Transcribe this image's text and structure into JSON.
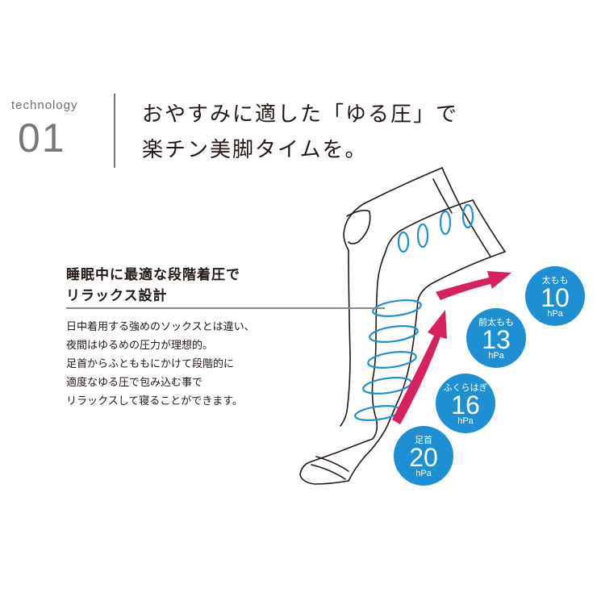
{
  "tech": {
    "label": "technology",
    "number": "01"
  },
  "headline": {
    "line1": "おやすみに適した「ゆる圧」で",
    "line2": "楽チン美脚タイムを。"
  },
  "subheading": {
    "line1": "睡眠中に最適な段階着圧で",
    "line2": "リラックス設計"
  },
  "description": [
    "日中着用する強めのソックスとは違い、",
    "夜間はゆるめの圧力が理想的。",
    "足首からふとももにかけて段階的に",
    "適度なゆる圧で包み込む事で",
    "リラックスして寝ることができます。"
  ],
  "pressures": [
    {
      "label": "太もも",
      "value": "10",
      "unit": "hPa"
    },
    {
      "label": "前太もも",
      "value": "13",
      "unit": "hPa"
    },
    {
      "label": "ふくらはぎ",
      "value": "16",
      "unit": "hPa"
    },
    {
      "label": "足首",
      "value": "20",
      "unit": "hPa"
    }
  ],
  "colors": {
    "accent_blue": "#1f8fd3",
    "arrow_pink": "#d6215e",
    "outline": "#231815"
  }
}
